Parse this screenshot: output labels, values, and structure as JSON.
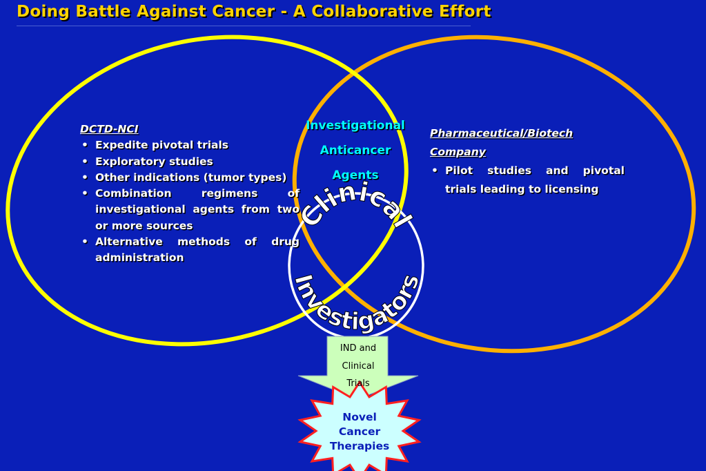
{
  "title": "Doing Battle Against Cancer - A Collaborative Effort",
  "left_ellipse": {
    "heading": "DCTD-NCI",
    "items": [
      "Expedite pivotal trials",
      "Exploratory studies",
      "Other indications (tumor types)",
      "Combination regimens of investigational agents from two or more sources",
      "Alternative methods of drug administration"
    ],
    "color": "#ffff00"
  },
  "right_ellipse": {
    "heading": "Pharmaceutical/Biotech Company",
    "items": [
      "Pilot studies and pivotal trials leading to licensing"
    ],
    "color": "#ffb000"
  },
  "center": {
    "lines": [
      "Investigational",
      "Anticancer",
      "Agents"
    ],
    "color": "#00ffff"
  },
  "circle": {
    "word1": "Clinical",
    "word2": "Investigators"
  },
  "arrow": {
    "lines": [
      "IND and",
      "Clinical",
      "Trials"
    ],
    "fill": "#ccffbb"
  },
  "burst": {
    "lines": [
      "Novel",
      "Cancer",
      "Therapies"
    ],
    "fill": "#ccffff",
    "stroke": "#ff2020"
  },
  "colors": {
    "background": "#0a1fb8",
    "title": "#ffd400",
    "text": "#ffffff"
  }
}
